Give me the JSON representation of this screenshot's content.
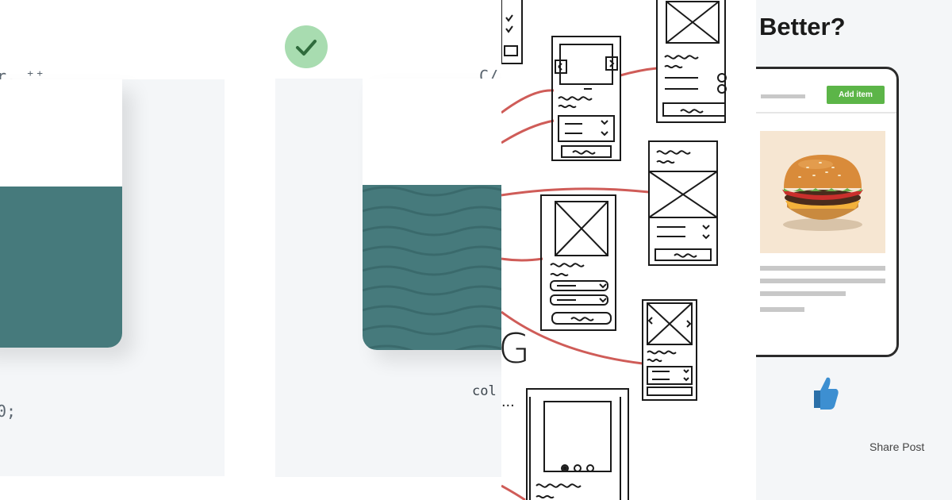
{
  "panel1": {
    "code_fragment_top": "r. ⁺⁺",
    "code_fragment_bottom": "0;",
    "card_color": "#467a7c"
  },
  "panel2": {
    "check_icon": "checkmark-icon",
    "code_fragment_top": "C/",
    "code_fragment_bottom": "col",
    "card_color": "#467a7c",
    "accent": "#a8dcb0"
  },
  "panel3": {
    "letter": "G",
    "ellipsis": "...",
    "connector_color": "#cf5c58"
  },
  "panel4": {
    "title": "Better?",
    "add_button_label": "Add item",
    "share_label": "Share Post",
    "image_icon": "burger-icon",
    "reaction_icon": "thumbs-up-icon",
    "button_color": "#5cb548"
  }
}
